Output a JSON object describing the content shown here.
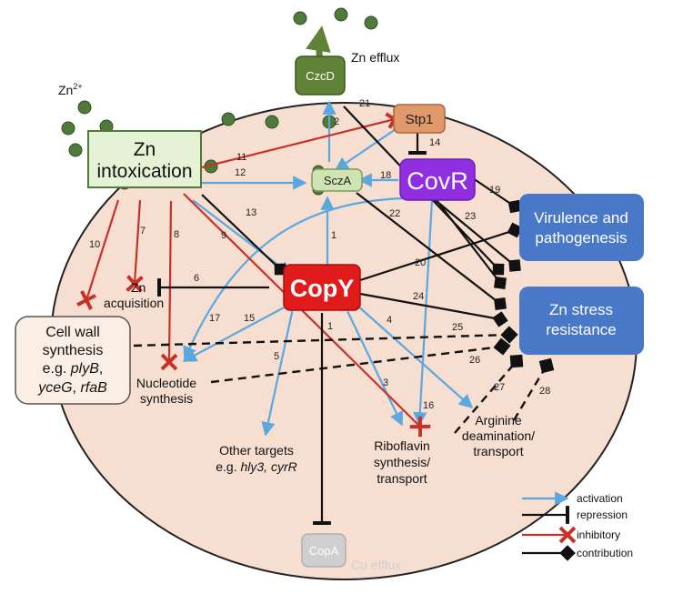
{
  "colors": {
    "cell": "#f6ded0",
    "activation": "#5ba8e0",
    "repression": "#111111",
    "inhibitory": "#c8302a",
    "zn": "#4f7a3a",
    "copy": "#e01b1b",
    "covr": "#8f2fe0",
    "stp1": "#e0996a",
    "sczA": "#cfe3b3",
    "czcD": "#5f8236",
    "outcome": "#4a78c8",
    "copA": "#cfcfcf"
  },
  "labels": {
    "zn_ion": "Zn",
    "zn_ion_sup": "2+",
    "zn_efflux": "Zn efflux",
    "cu_efflux": "Cu efflux",
    "zn_acquisition_1": "Zn",
    "zn_acquisition_2": "acquisition",
    "nucleotide_1": "Nucleotide",
    "nucleotide_2": "synthesis",
    "other_targets_1": "Other targets",
    "other_targets_2": "e.g. ",
    "other_targets_genes": "hly3, cyrR",
    "riboflavin_1": "Riboflavin",
    "riboflavin_2": "synthesis/",
    "riboflavin_3": "transport",
    "arginine_1": "Arginine",
    "arginine_2": "deamination/",
    "arginine_3": "transport"
  },
  "boxes": {
    "czcD": "CzcD",
    "stp1": "Stp1",
    "sczA": "SczA",
    "covR": "CovR",
    "copY": "CopY",
    "copA": "CopA",
    "zn_intox_1": "Zn",
    "zn_intox_2": "intoxication",
    "virulence_1": "Virulence and",
    "virulence_2": "pathogenesis",
    "znstress_1": "Zn stress",
    "znstress_2": "resistance",
    "cellwall_1": "Cell wall",
    "cellwall_2": "synthesis",
    "cellwall_3": "e.g. ",
    "cellwall_g1": "plyB",
    "cellwall_g2": "yceG",
    "cellwall_g3": "rfaB"
  },
  "edge_numbers": [
    "1",
    "1",
    "2",
    "3",
    "4",
    "5",
    "6",
    "7",
    "8",
    "9",
    "10",
    "11",
    "12",
    "13",
    "14",
    "15",
    "16",
    "17",
    "18",
    "19",
    "20",
    "21",
    "22",
    "23",
    "24",
    "25",
    "26",
    "27",
    "28"
  ],
  "legend": {
    "activation": "activation",
    "repression": "repression",
    "inhibitory": "inhibitory",
    "contribution": "contribution"
  }
}
